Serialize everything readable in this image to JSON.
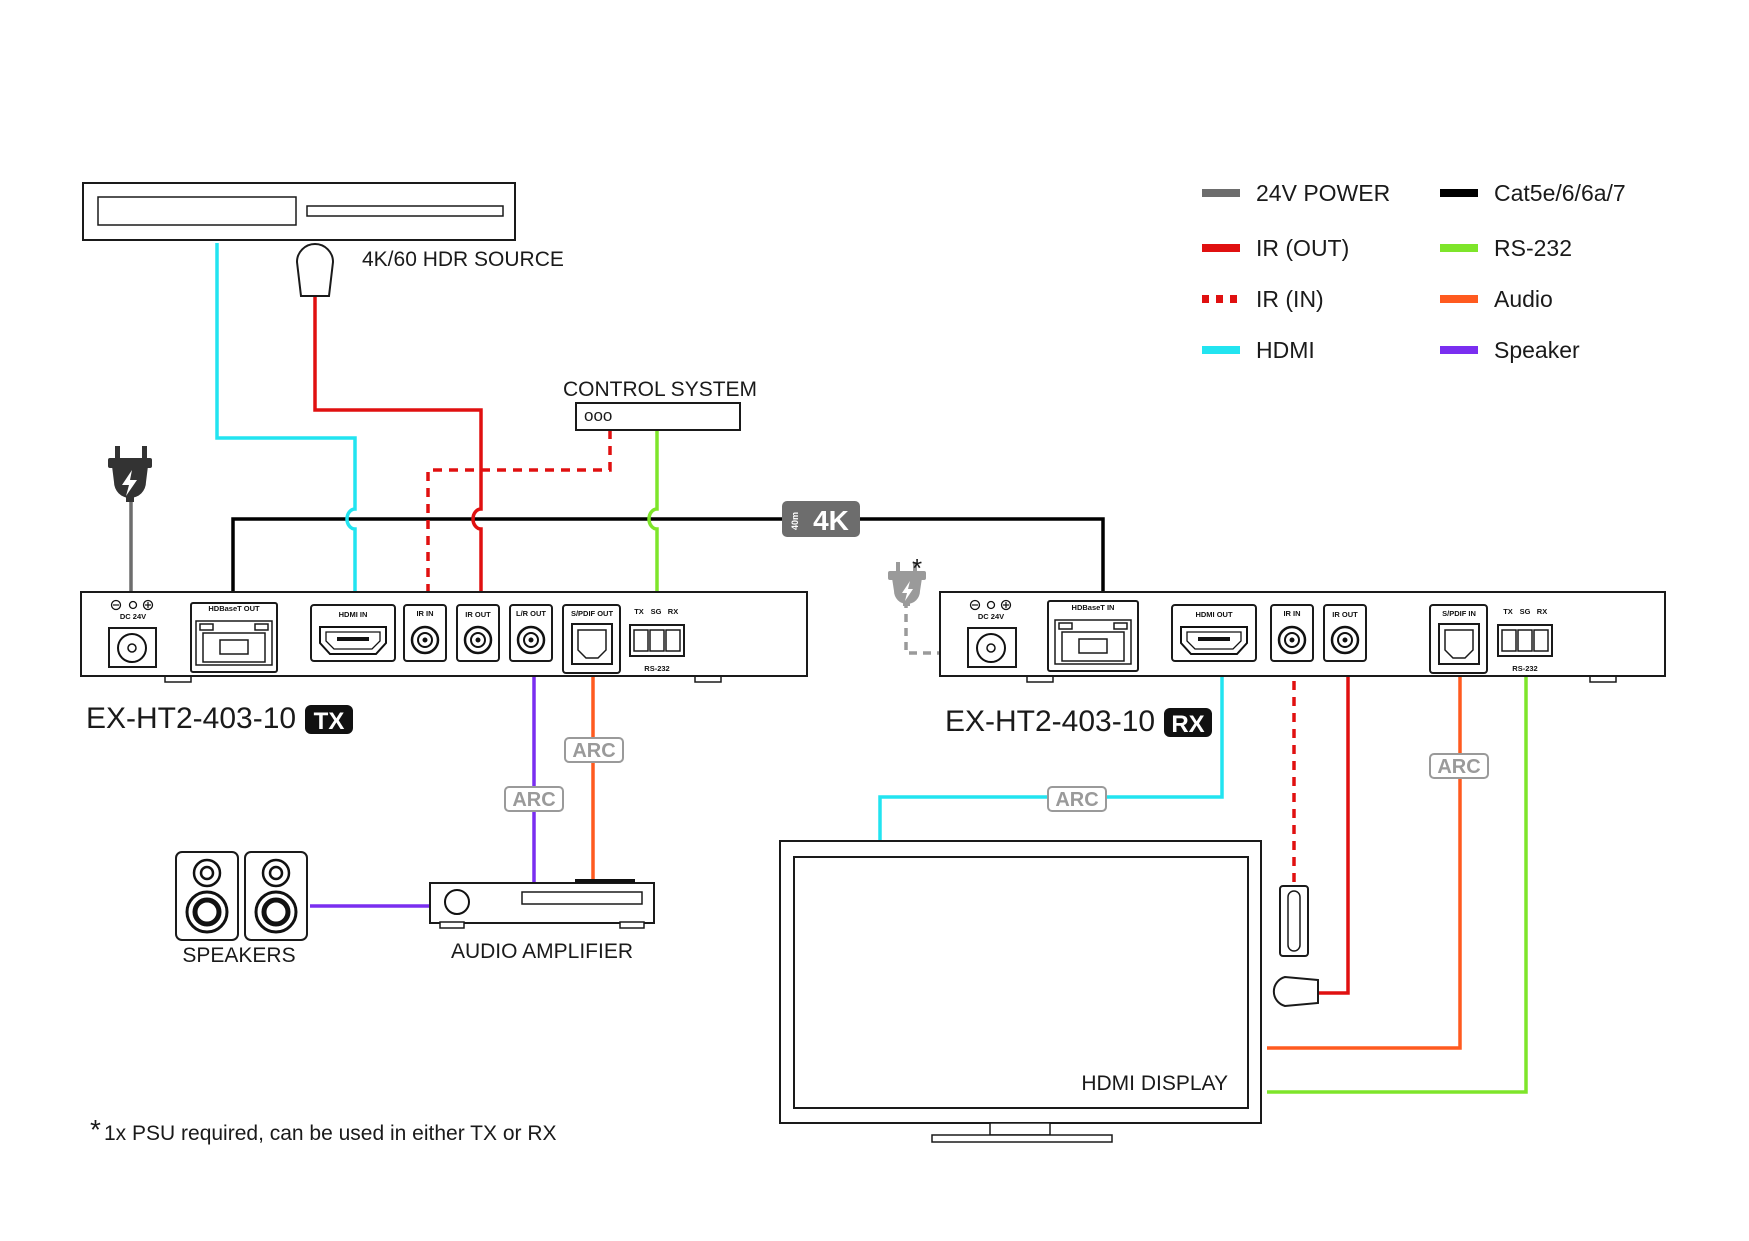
{
  "labels": {
    "source": "4K/60 HDR SOURCE",
    "control": "CONTROL SYSTEM",
    "control_ports": "ooo",
    "tx_model": "EX-HT2-403-10",
    "tx_badge": "TX",
    "rx_model": "EX-HT2-403-10",
    "rx_badge": "RX",
    "speakers": "SPEAKERS",
    "amplifier": "AUDIO AMPLIFIER",
    "display": "HDMI DISPLAY",
    "arc": "ARC",
    "distance_badge": "4K",
    "distance_sub": "40m",
    "rx_psu_star": "*",
    "footnote_star": "*",
    "footnote": "1x PSU required, can be used in either TX or RX"
  },
  "tx_ports": {
    "dc": "DC 24V",
    "hdbaset": "HDBaseT OUT",
    "hdmi": "HDMI IN",
    "ir_in": "IR IN",
    "ir_out": "IR OUT",
    "lr_out": "L/R OUT",
    "spdif": "S/PDIF OUT",
    "tx": "TX",
    "sg": "SG",
    "rx": "RX",
    "rs232": "RS-232"
  },
  "rx_ports": {
    "dc": "DC 24V",
    "hdbaset": "HDBaseT IN",
    "hdmi": "HDMI OUT",
    "ir_in": "IR IN",
    "ir_out": "IR OUT",
    "spdif": "S/PDIF IN",
    "tx": "TX",
    "sg": "SG",
    "rx": "RX",
    "rs232": "RS-232"
  },
  "legend": [
    {
      "label": "24V POWER",
      "color": "#6d6d6d",
      "style": "solid"
    },
    {
      "label": "Cat5e/6/6a/7",
      "color": "#000000",
      "style": "solid"
    },
    {
      "label": "IR (OUT)",
      "color": "#e01010",
      "style": "solid"
    },
    {
      "label": "RS-232",
      "color": "#7ee52a",
      "style": "solid"
    },
    {
      "label": "IR (IN)",
      "color": "#e01010",
      "style": "dashed"
    },
    {
      "label": "Audio",
      "color": "#ff5a1f",
      "style": "solid"
    },
    {
      "label": "HDMI",
      "color": "#22e4f0",
      "style": "solid"
    },
    {
      "label": "Speaker",
      "color": "#7a2ef0",
      "style": "solid"
    }
  ],
  "colors": {
    "power": "#6d6d6d",
    "cat": "#000000",
    "ir": "#e01010",
    "rs232": "#7ee52a",
    "audio": "#ff5a1f",
    "hdmi": "#22e4f0",
    "speaker": "#7a2ef0"
  }
}
